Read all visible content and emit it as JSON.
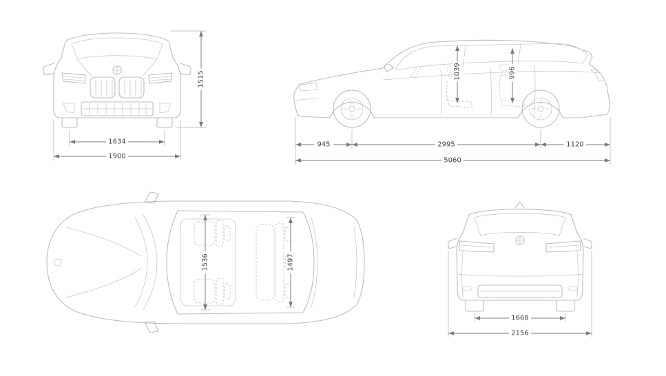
{
  "diagram": {
    "subject": "station-wagon-dimension-drawing",
    "colors": {
      "background": "#ffffff",
      "car_line": "#b7bdc7",
      "dimension_line": "#747c85",
      "label_text": "#3d434a"
    },
    "views": {
      "front": {
        "dims": {
          "height": "1515",
          "track_width": "1634",
          "overall_width": "1900"
        }
      },
      "side": {
        "dims": {
          "front_headroom": "1039",
          "rear_headroom": "996",
          "front_overhang": "945",
          "wheelbase": "2995",
          "rear_overhang": "1120",
          "overall_length": "5060"
        }
      },
      "top": {
        "dims": {
          "front_interior_width": "1536",
          "rear_interior_width": "1497"
        }
      },
      "rear": {
        "dims": {
          "rear_track": "1668",
          "width_with_mirrors": "2156"
        }
      }
    }
  }
}
